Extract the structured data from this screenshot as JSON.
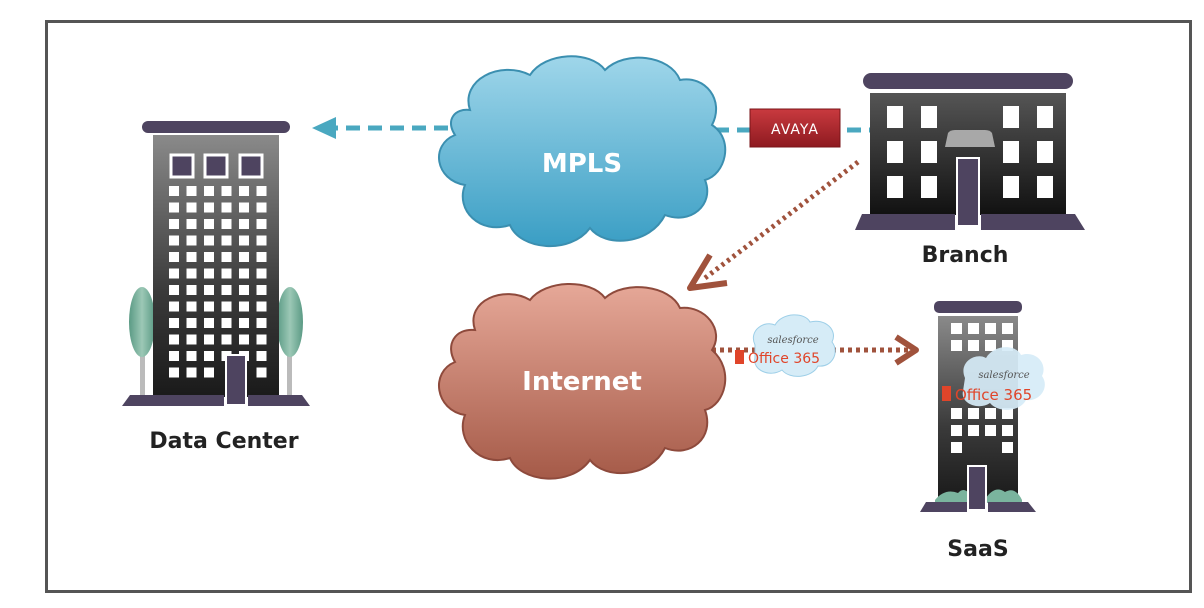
{
  "diagram": {
    "nodes": {
      "data_center": {
        "label": "Data Center"
      },
      "branch": {
        "label": "Branch"
      },
      "saas": {
        "label": "SaaS"
      },
      "mpls": {
        "label": "MPLS"
      },
      "internet": {
        "label": "Internet"
      }
    },
    "badges": {
      "avaya": "AVAYA",
      "salesforce": "salesforce",
      "office365": "Office 365"
    },
    "links": [
      {
        "from": "Branch",
        "to": "Data Center",
        "via": "MPLS",
        "style": "dashed",
        "color": "#4aa8c0"
      },
      {
        "from": "Branch",
        "to": "Internet",
        "style": "dotted",
        "color": "#a0523c"
      },
      {
        "from": "Internet",
        "to": "SaaS",
        "style": "dotted",
        "color": "#a0523c"
      }
    ],
    "colors": {
      "mpls_cloud": "#5ab8d8",
      "internet_cloud": "#c07a6a",
      "building_trim": "#4e4460",
      "avaya_red": "#b0232a",
      "office_red": "#e0452a"
    }
  }
}
